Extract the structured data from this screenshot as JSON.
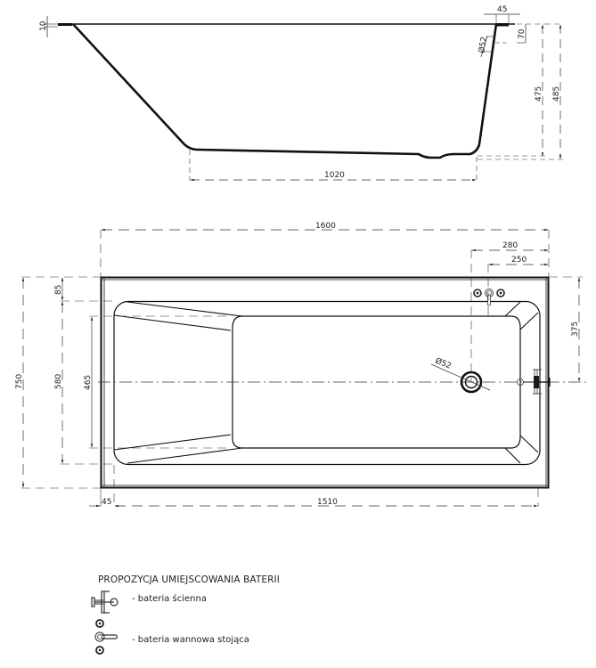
{
  "side_view": {
    "dimensions": {
      "rim_thickness": "10",
      "rim_width_right": "45",
      "overflow_offset": "70",
      "overflow_diameter": "Ø52",
      "inner_depth": "475",
      "total_height": "485",
      "bottom_length": "1020"
    }
  },
  "plan_view": {
    "dimensions": {
      "total_length": "1600",
      "faucet_hole_offset_outer": "280",
      "faucet_hole_offset_inner": "250",
      "total_width": "750",
      "rim_top": "85",
      "inner_width": "580",
      "bottom_width": "465",
      "center_offset": "375",
      "rim_left": "45",
      "inner_length": "1510",
      "drain_diameter": "Ø52"
    }
  },
  "legend": {
    "title": "PROPOZYCJA UMIEJSCOWANIA BATERII",
    "items": [
      {
        "icon": "wall-faucet-icon",
        "label": "- bateria ścienna"
      },
      {
        "icon": "deck-mounted-faucet-icon",
        "label": "- bateria wannowa stojąca"
      }
    ]
  }
}
